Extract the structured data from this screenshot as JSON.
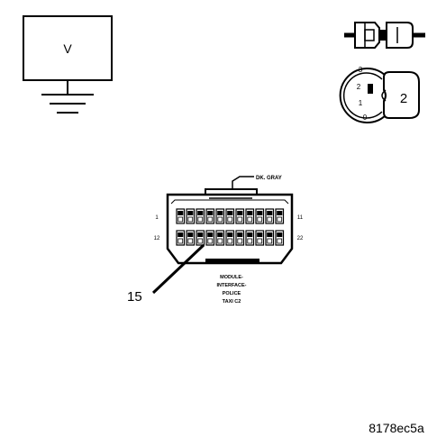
{
  "meter": {
    "symbol": "V"
  },
  "connector_legend": {
    "icon": "connector-plug-icon"
  },
  "key_switch": {
    "positions": [
      "3",
      "2",
      "1",
      "0"
    ],
    "selected": "2",
    "icon": "ignition-key-icon"
  },
  "connector": {
    "wire_color": "DK. GRAY",
    "pin_left_top": "1",
    "pin_left_bottom": "12",
    "pin_right_top": "11",
    "pin_right_bottom": "22",
    "name_lines": [
      "MODULE-",
      "INTERFACE-",
      "POLICE",
      "TAXI C2"
    ],
    "top_row_cavities": 11,
    "bottom_row_cavities": 11
  },
  "callout": {
    "pin": "15"
  },
  "figure_id": "8178ec5a"
}
